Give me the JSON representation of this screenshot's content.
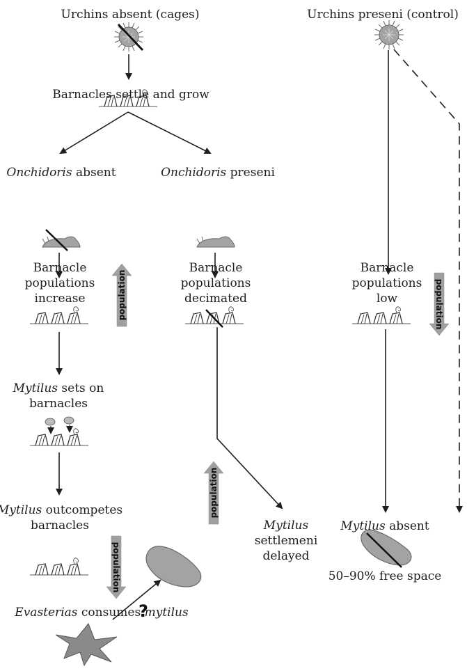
{
  "colors": {
    "ink": "#1e1e1e",
    "shape_fill": "#a3a3a3",
    "shape_stroke": "#6a6a6a",
    "pop_arrow": "#a0a0a0"
  },
  "icons": [
    "urchin-icon",
    "barnacle-icon",
    "nudibranch-icon",
    "mussel-icon",
    "sea-star-icon",
    "population-arrow-icon",
    "strike-line-icon"
  ],
  "columns": {
    "caged": {
      "heading": "Urchins absent (cages)",
      "step1": "Barnacles settle and grow",
      "left_branch": {
        "heading_italic": "Onchidoris",
        "heading_rest": " absent",
        "result_lines": [
          "Barnacle",
          "populations",
          "increase"
        ],
        "mytilus_sets_italic": "Mytilus",
        "mytilus_sets_rest": " sets on",
        "mytilus_sets_line2": "barnacles",
        "outcompete_italic": "Mytilus",
        "outcompete_rest": " outcompetes",
        "outcompete_line2": "barnacles",
        "evasterias_italic": "Evasterias",
        "evasterias_mid": " consumes ",
        "evasterias_italic2": "mytilus",
        "question_mark": "?"
      },
      "right_branch": {
        "heading_italic": "Onchidoris",
        "heading_rest": " preseni",
        "result_lines": [
          "Barnacle",
          "populations",
          "decimated"
        ],
        "outcome_lines": [
          "Mytilus",
          "settlemeni",
          "delayed"
        ]
      }
    },
    "control": {
      "heading": "Urchins preseni (control)",
      "result_lines": [
        "Barnacle",
        "populations",
        "low"
      ],
      "outcome_italic": "Mytilus",
      "outcome_rest": " absent",
      "free_space": "50–90% free space"
    }
  },
  "population_label": "population"
}
